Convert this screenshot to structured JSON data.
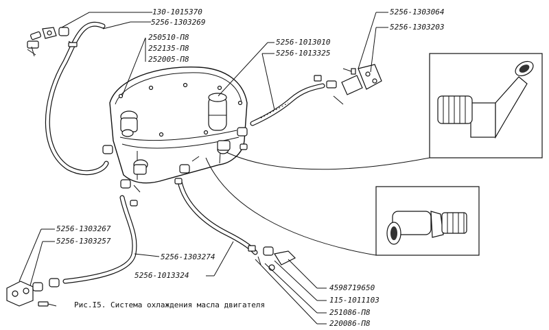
{
  "caption": "Рис.I5. Система охлаждения масла двигателя",
  "labels": {
    "top_1": "130-1015370",
    "top_2": "5256-1303269",
    "top_3": "250510-П8",
    "top_4": "252135-П8",
    "top_5": "252005-П8",
    "mid_1": "5256-1013010",
    "mid_2": "5256-1013325",
    "right_1": "5256-1303064",
    "right_2": "5256-1303203",
    "left_1": "5256-1303267",
    "left_2": "5256-1303257",
    "bot_1": "5256-1303274",
    "bot_2": "5256-1013324",
    "br_1": "4598719650",
    "br_2": "115-1011103",
    "br_3": "251086-П8",
    "br_4": "220086-П8"
  }
}
